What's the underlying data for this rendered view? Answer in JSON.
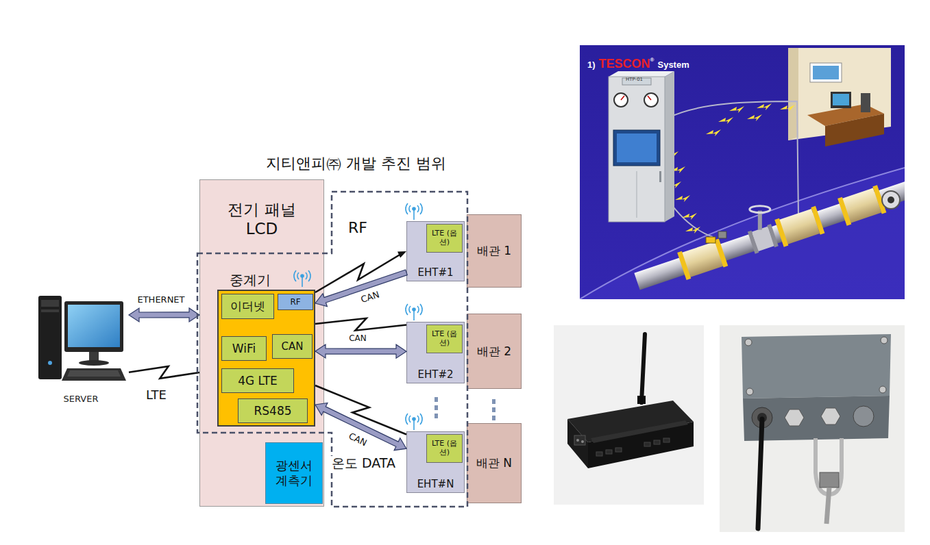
{
  "diagram": {
    "nodes": [
      {
        "text": [
          "SERVER"
        ]
      },
      {
        "text": [
          "전기 패널 LCD"
        ]
      },
      {
        "text": [
          "중계기"
        ],
        "in": 1
      },
      {
        "text": [
          "이더넷"
        ],
        "in": 2
      },
      {
        "text": [
          "RF"
        ],
        "in": 2
      },
      {
        "text": [
          "WiFi"
        ],
        "in": 2
      },
      {
        "text": [
          "CAN"
        ],
        "in": 2
      },
      {
        "text": [
          "4G LTE"
        ],
        "in": 2
      },
      {
        "text": [
          "RS485"
        ],
        "in": 2
      },
      {
        "text": [
          "광센서 계측기"
        ],
        "in": 1
      },
      {
        "text": [
          "EHT#1"
        ]
      },
      {
        "text": [
          "LTE (옵션)"
        ],
        "in": 10
      },
      {
        "text": [
          "배관 1"
        ]
      },
      {
        "text": [
          "EHT#2"
        ]
      },
      {
        "text": [
          "LTE (옵션)"
        ],
        "in": 13
      },
      {
        "text": [
          "배관 2"
        ]
      },
      {
        "text": [
          "EHT#N"
        ]
      },
      {
        "text": [
          "LTE (옵션)"
        ],
        "in": 16
      },
      {
        "text": [
          "배관 N"
        ]
      }
    ],
    "edges": [
      {
        "from": 0,
        "to": 1,
        "arrow": "both",
        "label": "ETHERNET"
      },
      {
        "from": 0,
        "to": 1,
        "arrow": "none",
        "label": "LTE"
      },
      {
        "from": 2,
        "to": 10,
        "arrow": "to",
        "label": "RF"
      },
      {
        "from": 10,
        "to": 2,
        "arrow": "to",
        "label": "CAN"
      },
      {
        "from": 2,
        "to": 13,
        "arrow": "none"
      },
      {
        "from": 2,
        "to": 13,
        "arrow": "both",
        "label": "CAN"
      },
      {
        "from": 2,
        "to": 16,
        "arrow": "none"
      },
      {
        "from": 2,
        "to": 16,
        "arrow": "both",
        "label": "CAN"
      }
    ],
    "labels": [
      "지티앤피㈜ 개발 추진 범위",
      "온도 DATA",
      "1)",
      "TESCON",
      "®",
      "System",
      "HTP-01"
    ]
  }
}
